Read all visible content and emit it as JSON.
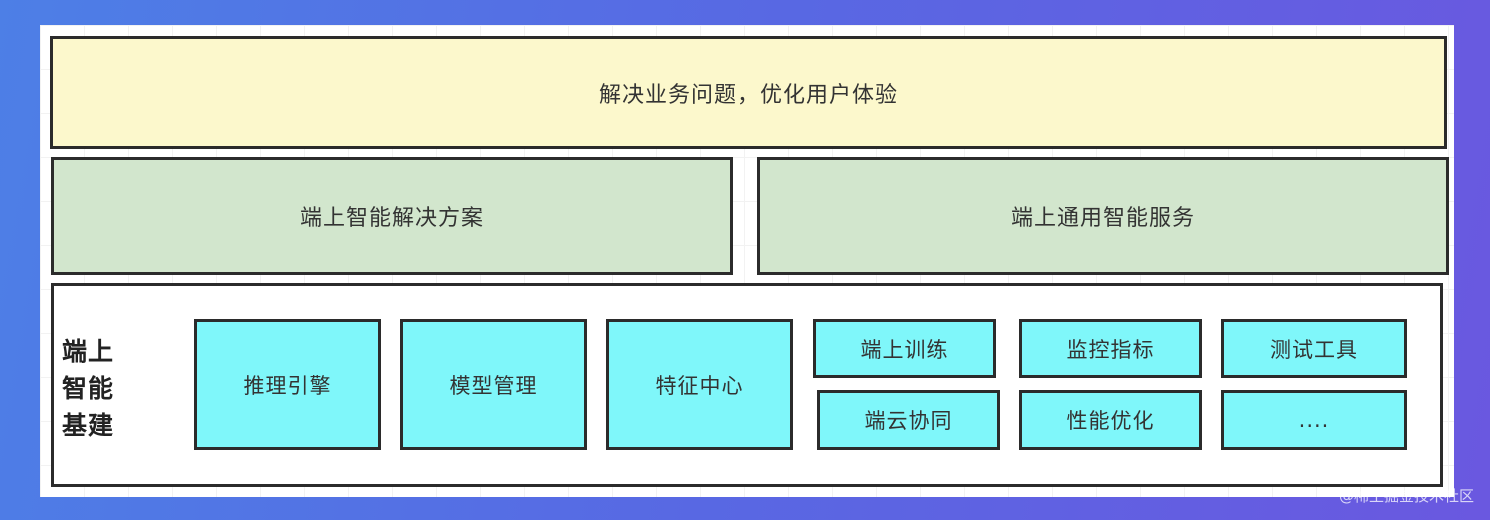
{
  "layers": {
    "top": {
      "label": "解决业务问题，优化用户体验"
    },
    "middle": [
      {
        "label": "端上智能解决方案"
      },
      {
        "label": "端上通用智能服务"
      }
    ],
    "base": {
      "title": "端上智能基建",
      "modules": [
        {
          "label": "推理引擎"
        },
        {
          "label": "模型管理"
        },
        {
          "label": "特征中心"
        },
        {
          "label": "端上训练"
        },
        {
          "label": "监控指标"
        },
        {
          "label": "测试工具"
        },
        {
          "label": "端云协同"
        },
        {
          "label": "性能优化"
        },
        {
          "label": "...."
        }
      ]
    }
  },
  "watermark": "@稀土掘金技术社区",
  "colors": {
    "top_fill": "#fcf8cc",
    "middle_fill": "#d2e6cd",
    "module_fill": "#7ff7fa",
    "border": "#2b2b2b"
  }
}
